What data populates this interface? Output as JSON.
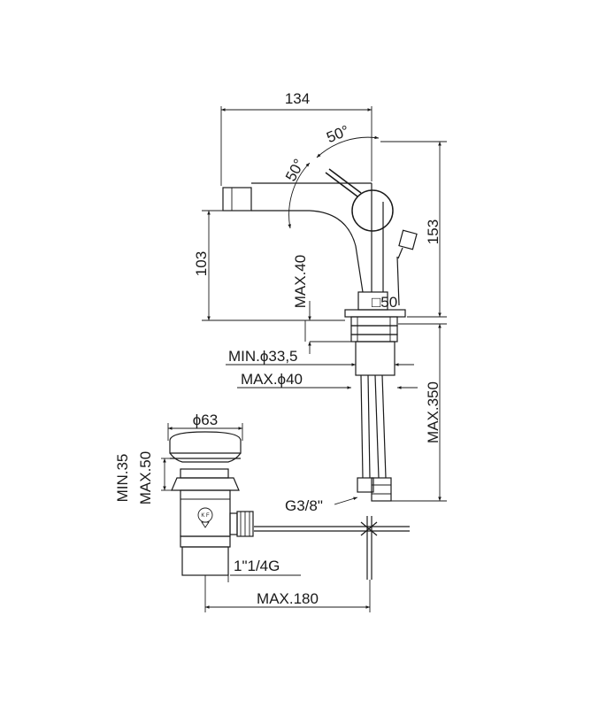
{
  "dimensions": {
    "width_top": "134",
    "angle_right": "50°",
    "angle_left": "50°",
    "total_height": "153",
    "spout_height": "103",
    "max_thickness": "MAX.40",
    "square_base": "□50",
    "hole_min": "MIN.ϕ33,5",
    "hole_max": "MAX.ϕ40",
    "hose_length": "MAX.350",
    "thread": "G3/8\"",
    "waste_diameter": "ϕ63",
    "waste_min": "MIN.35",
    "waste_max": "MAX.50",
    "waste_thread": "1\"1/4G",
    "rod_length": "MAX.180"
  },
  "logo_text": "K F"
}
